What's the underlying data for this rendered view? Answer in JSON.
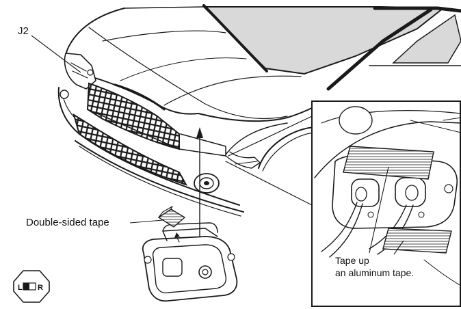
{
  "labels": {
    "part_ref": "J2",
    "double_sided_tape": "Double-sided tape",
    "tape_up_line1": "Tape up",
    "tape_up_line2": "an aluminum tape."
  },
  "badge": {
    "left": "L",
    "right": "R"
  },
  "colors": {
    "line": "#1a1a1a",
    "glass": "#d9d9d9",
    "tape_hatch": "#555555"
  }
}
